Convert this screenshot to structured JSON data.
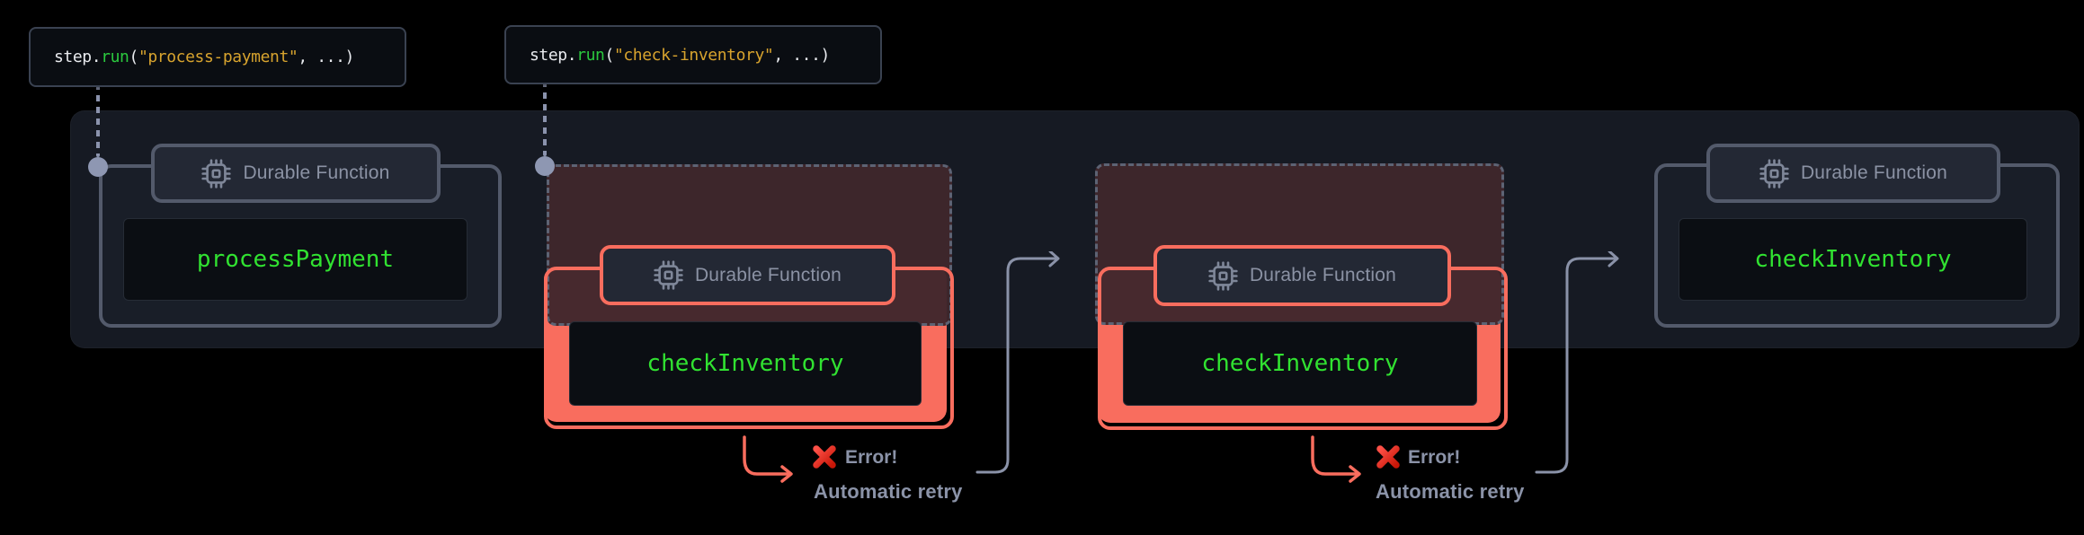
{
  "code_labels": [
    {
      "tokens": {
        "object": "step",
        "dot": ".",
        "method": "run",
        "paren": "(",
        "argument": "\"process-payment\"",
        "tail": ", ...)"
      }
    },
    {
      "tokens": {
        "object": "step",
        "dot": ".",
        "method": "run",
        "paren": "(",
        "argument": "\"check-inventory\"",
        "tail": ", ...)"
      }
    }
  ],
  "cards": [
    {
      "badge": "Durable Function",
      "function_name": "processPayment",
      "state": "normal"
    },
    {
      "badge": "Durable Function",
      "function_name": "checkInventory",
      "state": "error"
    },
    {
      "badge": "Durable Function",
      "function_name": "checkInventory",
      "state": "error"
    },
    {
      "badge": "Durable Function",
      "function_name": "checkInventory",
      "state": "normal"
    }
  ],
  "annotations": [
    {
      "error": "Error!",
      "retry": "Automatic retry"
    },
    {
      "error": "Error!",
      "retry": "Automatic retry"
    }
  ],
  "icons": {
    "badge_icon": "chip-icon",
    "error_icon": "x-mark-icon",
    "connector": "dot-dashed-line",
    "retry_arrow": "elbow-arrow-right"
  },
  "colors": {
    "error_accent": "#f96d5e",
    "function_green": "#31e231",
    "string_gold": "#d7a32e",
    "method_green": "#2bc93e",
    "muted_text": "#8b93a8",
    "panel": "#161a23"
  }
}
